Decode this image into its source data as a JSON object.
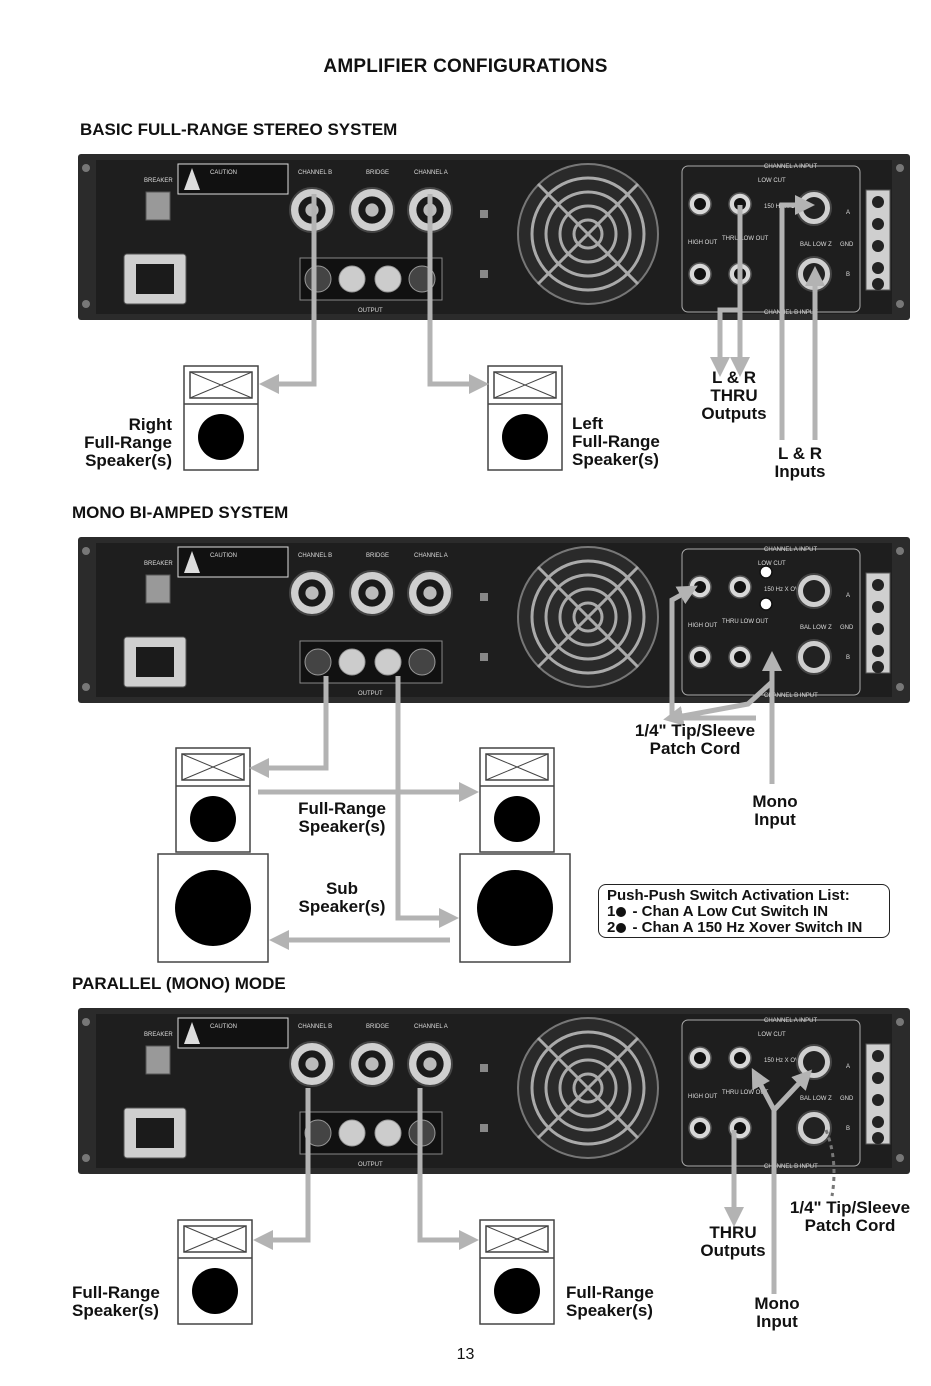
{
  "page": {
    "title": "AMPLIFIER CONFIGURATIONS",
    "page_number": "13"
  },
  "sections": [
    {
      "heading": "BASIC FULL-RANGE STEREO SYSTEM",
      "labels": {
        "right_speaker": [
          "Right",
          "Full-Range",
          "Speaker(s)"
        ],
        "left_speaker": [
          "Left",
          "Full-Range",
          "Speaker(s)"
        ],
        "thru_outputs": [
          "L & R",
          "THRU",
          "Outputs"
        ],
        "inputs": [
          "L & R",
          "Inputs"
        ]
      }
    },
    {
      "heading": "MONO BI-AMPED SYSTEM",
      "labels": {
        "patch_cord": [
          "1/4\" Tip/Sleeve",
          "Patch Cord"
        ],
        "mono_input": [
          "Mono",
          "Input"
        ],
        "full_range": [
          "Full-Range",
          "Speaker(s)"
        ],
        "sub": [
          "Sub",
          "Speaker(s)"
        ]
      },
      "switch_list": {
        "title": "Push-Push Switch Activation List:",
        "items": [
          {
            "num": "1",
            "text": " - Chan A Low Cut Switch IN"
          },
          {
            "num": "2",
            "text": " - Chan A 150 Hz Xover Switch IN"
          }
        ]
      }
    },
    {
      "heading": "PARALLEL (MONO) MODE",
      "labels": {
        "patch_cord": [
          "1/4\" Tip/Sleeve",
          "Patch Cord"
        ],
        "thru_outputs": [
          "THRU",
          "Outputs"
        ],
        "mono_input": [
          "Mono",
          "Input"
        ],
        "left_speaker": [
          "Full-Range",
          "Speaker(s)"
        ],
        "right_speaker": [
          "Full-Range",
          "Speaker(s)"
        ]
      }
    }
  ],
  "panel_text": {
    "breaker": "BREAKER",
    "caution": "CAUTION",
    "channel_b": "CHANNEL B",
    "bridge": "BRIDGE",
    "channel_a": "CHANNEL A",
    "output": "OUTPUT",
    "channel_a_input": "CHANNEL A INPUT",
    "channel_b_input": "CHANNEL B INPUT",
    "low_cut": "LOW CUT",
    "xover": "150 Hz X OVER",
    "high_out": "HIGH OUT",
    "thru_low_out": "THRU LOW OUT",
    "bal": "BAL LOW Z",
    "gnd": "GND",
    "a": "A",
    "b": "B"
  },
  "colors": {
    "panel": "#1e1e1e",
    "arrow": "#b3b3b3",
    "ink": "#111111"
  }
}
